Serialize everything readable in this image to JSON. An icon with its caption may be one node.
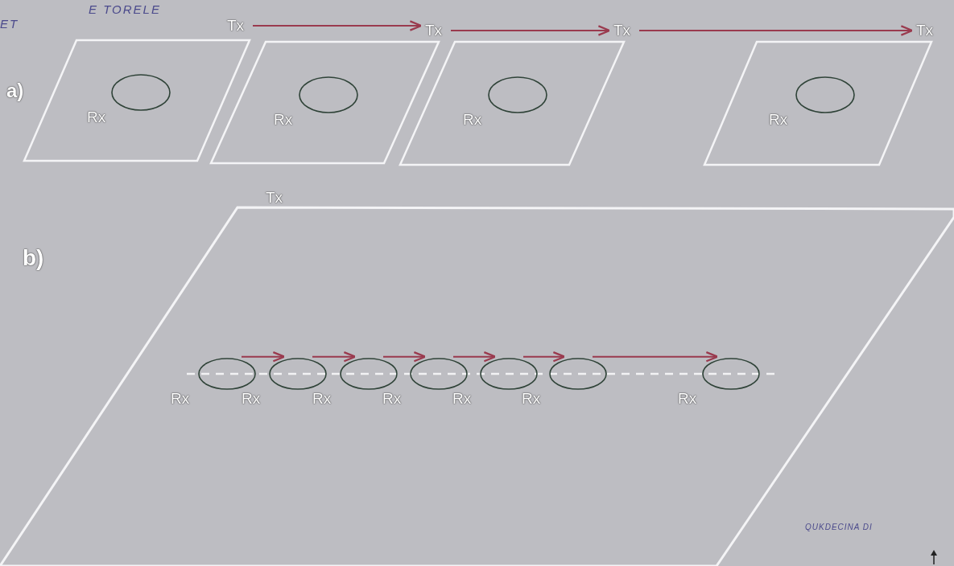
{
  "diagram": {
    "nodes": [
      {
        "text": [
          "Tx"
        ]
      },
      {
        "text": [
          "Tx"
        ]
      },
      {
        "text": [
          "Tx"
        ]
      },
      {
        "text": [
          "Tx"
        ]
      },
      {
        "text": [],
        "shape": "parallelogram"
      },
      {
        "text": [],
        "shape": "circle",
        "in": 4,
        "beside": [
          "Rx"
        ]
      },
      {
        "text": [],
        "shape": "parallelogram"
      },
      {
        "text": [],
        "shape": "circle",
        "in": 6,
        "beside": [
          "Rx"
        ]
      },
      {
        "text": [],
        "shape": "parallelogram"
      },
      {
        "text": [],
        "shape": "circle",
        "in": 8,
        "beside": [
          "Rx"
        ]
      },
      {
        "text": [],
        "shape": "parallelogram"
      },
      {
        "text": [],
        "shape": "circle",
        "in": 10,
        "beside": [
          "Rx"
        ]
      },
      {
        "text": [],
        "shape": "parallelogram",
        "beside": [
          "Tx"
        ]
      },
      {
        "text": [],
        "shape": "circle",
        "in": 12,
        "beside": [
          "Rx"
        ]
      },
      {
        "text": [],
        "shape": "circle",
        "in": 12,
        "beside": [
          "Rx"
        ]
      },
      {
        "text": [],
        "shape": "circle",
        "in": 12,
        "beside": [
          "Rx"
        ]
      },
      {
        "text": [],
        "shape": "circle",
        "in": 12,
        "beside": [
          "Rx"
        ]
      },
      {
        "text": [],
        "shape": "circle",
        "in": 12,
        "beside": [
          "Rx"
        ]
      },
      {
        "text": [],
        "shape": "circle",
        "in": 12,
        "beside": [
          "Rx"
        ]
      },
      {
        "text": [],
        "shape": "circle",
        "in": 12,
        "beside": [
          "Rx"
        ]
      }
    ],
    "edges": [
      {
        "from": 0,
        "to": 1,
        "arrow": "to"
      },
      {
        "from": 1,
        "to": 2,
        "arrow": "to"
      },
      {
        "from": 2,
        "to": 3,
        "arrow": "to"
      },
      {
        "from": 13,
        "to": 14,
        "arrow": "to"
      },
      {
        "from": 14,
        "to": 15,
        "arrow": "to"
      },
      {
        "from": 15,
        "to": 16,
        "arrow": "to"
      },
      {
        "from": 16,
        "to": 17,
        "arrow": "to"
      },
      {
        "from": 17,
        "to": 18,
        "arrow": "to"
      },
      {
        "from": 18,
        "to": 19,
        "arrow": "to"
      }
    ],
    "labels": [
      "E TORELE",
      "ET",
      "a)",
      "b)",
      "QUKDECINA DI"
    ]
  }
}
